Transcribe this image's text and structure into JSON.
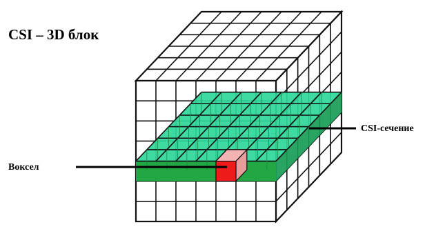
{
  "diagram": {
    "title": "CSI – 3D блок",
    "labels": {
      "voxel": "Воксел",
      "section": "CSI-сечение"
    },
    "grid": {
      "columns": 7,
      "rows": 7,
      "depth": 6,
      "section_layer_from_bottom": 3,
      "voxel_cell": {
        "column": 4,
        "depth_index": 0
      }
    },
    "colors": {
      "background": "#ffffff",
      "grid_line": "#111111",
      "box_fill": "#ffffff",
      "section_top": "#2fd69a",
      "section_front": "#23a644",
      "section_side": "#1f9f5a",
      "voxel_front": "#ee1b1b",
      "voxel_top": "#f4b3b3",
      "voxel_side": "#e89b9b",
      "pointer_line": "#000000"
    }
  }
}
